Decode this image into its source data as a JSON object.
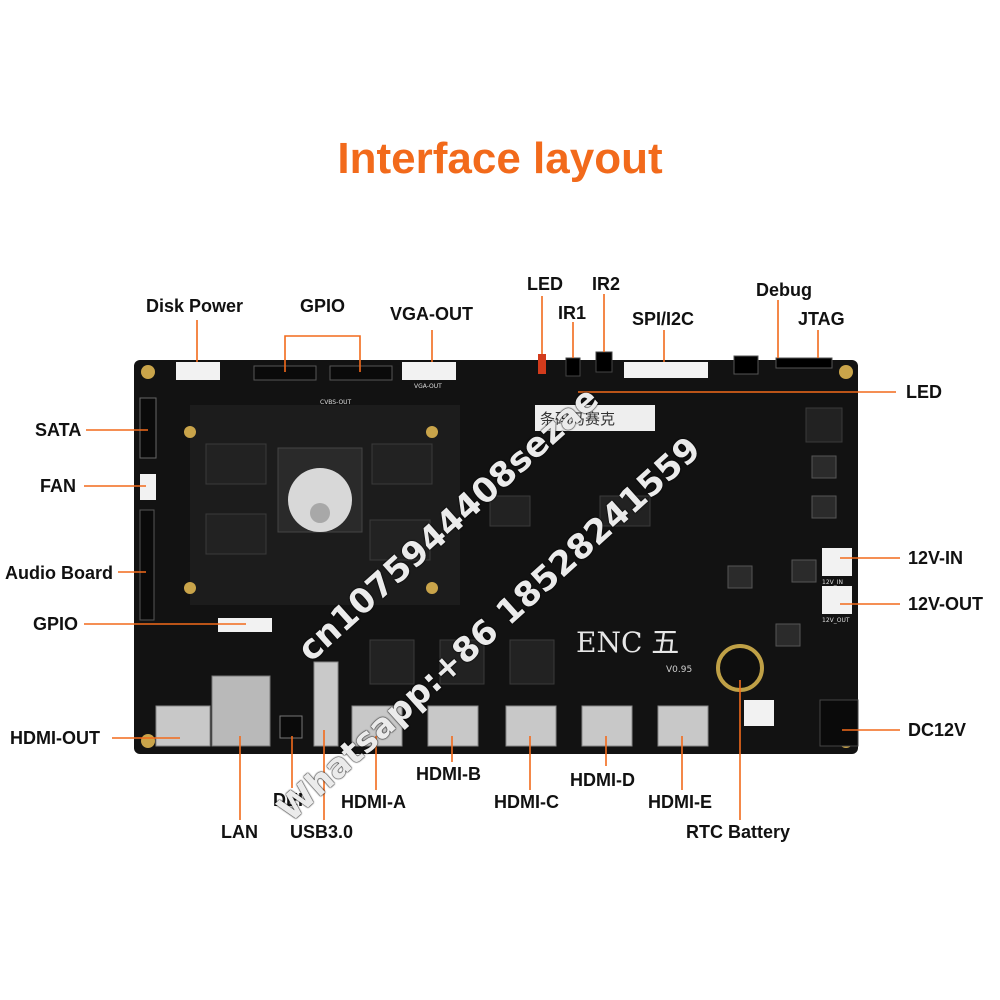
{
  "title": "Interface layout",
  "colors": {
    "accent": "#F26A1B",
    "board": "#101010",
    "label_text": "#111111",
    "leader_line": "#F26A1B"
  },
  "labels": {
    "disk_power": "Disk Power",
    "gpio_top": "GPIO",
    "vga_out": "VGA-OUT",
    "led_top": "LED",
    "ir1": "IR1",
    "ir2": "IR2",
    "spi_i2c": "SPI/I2C",
    "debug": "Debug",
    "jtag": "JTAG",
    "led_right": "LED",
    "sata": "SATA",
    "fan": "FAN",
    "audio_board": "Audio Board",
    "gpio_left": "GPIO",
    "hdmi_out": "HDMI-OUT",
    "twelve_v_in": "12V-IN",
    "twelve_v_out": "12V-OUT",
    "dc12v": "DC12V",
    "lan": "LAN",
    "def": "DEF",
    "usb30": "USB3.0",
    "hdmi_a": "HDMI-A",
    "hdmi_b": "HDMI-B",
    "hdmi_c": "HDMI-C",
    "hdmi_d": "HDMI-D",
    "hdmi_e": "HDMI-E",
    "rtc_battery": "RTC Battery"
  },
  "board": {
    "brand": "ENC 五",
    "version": "V0.95",
    "sticker": "条码马赛克",
    "silk_vga": "VGA-OUT",
    "silk_12v_in": "12V_IN",
    "silk_12v_out": "12V_OUT",
    "silk_cvbs": "CVBS-OUT"
  },
  "watermark": {
    "line1": "cn1075944408sezae",
    "line2": "Whatsapp:+86 18528241559"
  }
}
